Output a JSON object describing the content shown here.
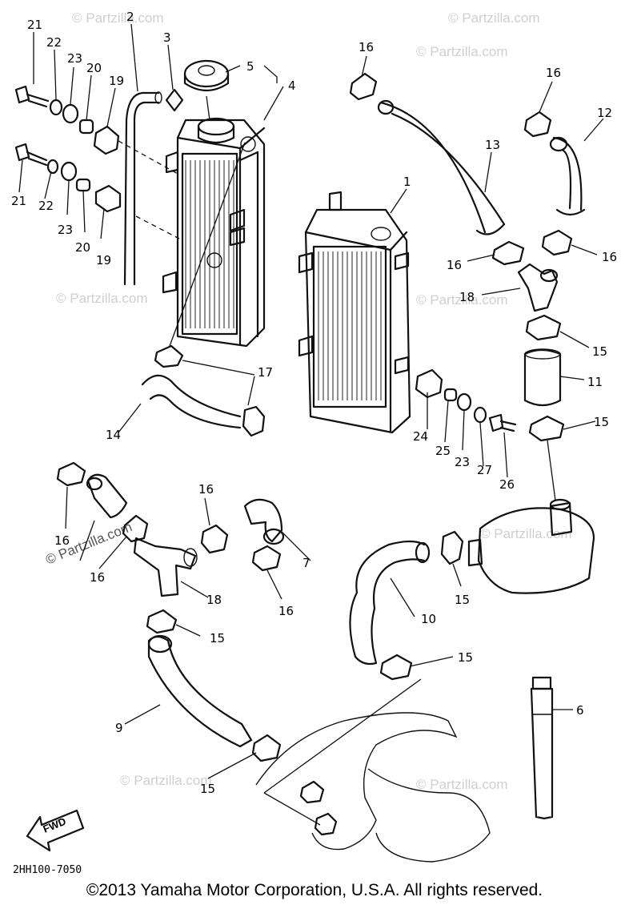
{
  "diagram": {
    "diagram_code": "2HH100-7050",
    "fwd_label": "FWD",
    "watermark_text": "© Partzilla.com",
    "copyright": "©2013 Yamaha Motor Corporation, U.S.A. All rights reserved.",
    "labels": {
      "l1": "1",
      "l2": "2",
      "l3": "3",
      "l4": "4",
      "l5": "5",
      "l6": "6",
      "l7": "7",
      "l9": "9",
      "l10": "10",
      "l11": "11",
      "l12": "12",
      "l13": "13",
      "l14": "14",
      "l15a": "15",
      "l15b": "15",
      "l15c": "15",
      "l15d": "15",
      "l15e": "15",
      "l15f": "15",
      "l16a": "16",
      "l16b": "16",
      "l16c": "16",
      "l16d": "16",
      "l16e": "16",
      "l16f": "16",
      "l16g": "16",
      "l16h": "16",
      "l17": "17",
      "l18a": "18",
      "l18b": "18",
      "l19a": "19",
      "l19b": "19",
      "l20a": "20",
      "l20b": "20",
      "l21a": "21",
      "l21b": "21",
      "l22a": "22",
      "l22b": "22",
      "l23a": "23",
      "l23b": "23",
      "l23c": "23",
      "l24": "24",
      "l25": "25",
      "l26": "26",
      "l27": "27"
    }
  }
}
